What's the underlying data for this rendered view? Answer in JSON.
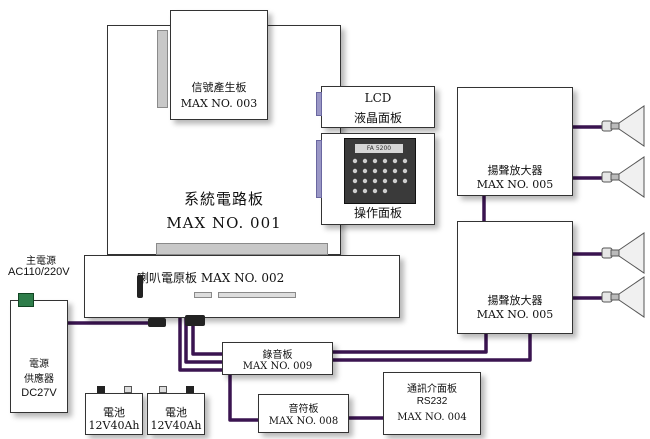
{
  "system_board": {
    "title": "系統電路板",
    "model": "MAX  NO. 001"
  },
  "signal_board": {
    "title": "信號產生板",
    "model": "MAX NO. 003"
  },
  "lcd_panel": {
    "title": "LCD",
    "subtitle": "液晶面板"
  },
  "operation_panel": {
    "title": "操作面板",
    "screen_text": "FA 5200"
  },
  "speaker_power_board": {
    "title": "喇叭電原板  MAX NO. 002"
  },
  "amplifier_top": {
    "title": "揚聲放大器",
    "model": "MAX NO. 005"
  },
  "amplifier_bottom": {
    "title": "揚聲放大器",
    "model": "MAX NO. 005"
  },
  "main_power": {
    "title": "主電源",
    "spec": "AC110/220V"
  },
  "power_supply": {
    "line1": "電源",
    "line2": "供應器",
    "spec": "DC27V"
  },
  "battery_1": {
    "title": "電池",
    "spec": "12V40Ah"
  },
  "battery_2": {
    "title": "電池",
    "spec": "12V40Ah"
  },
  "recording_board": {
    "title": "錄音板",
    "model": "MAX NO. 009"
  },
  "tone_board": {
    "title": "音符板",
    "model": "MAX NO. 008"
  },
  "comm_board": {
    "title": "通訊介面板",
    "protocol": "RS232",
    "model": "MAX NO. 004"
  },
  "colors": {
    "wire": "#3a1450",
    "border": "#333333",
    "shadow": "#bbbbbb"
  }
}
